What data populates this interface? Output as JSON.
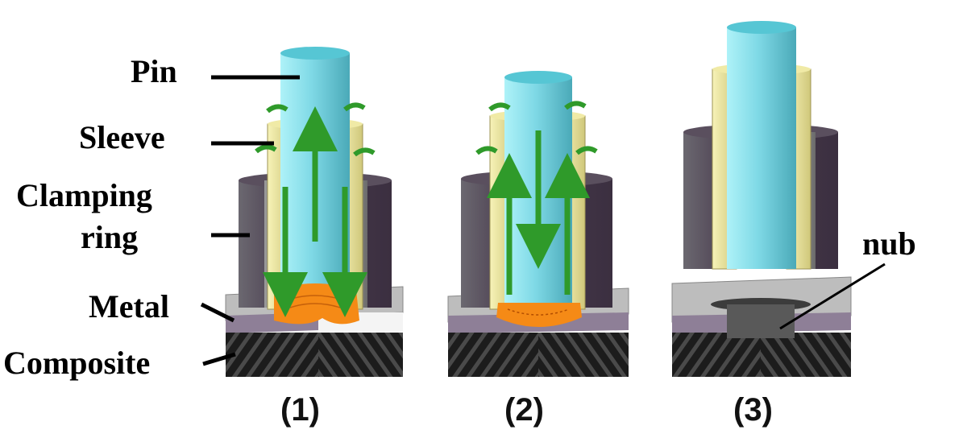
{
  "labels": {
    "pin": "Pin",
    "sleeve": "Sleeve",
    "clamping_1": "Clamping",
    "clamping_2": "ring",
    "metal": "Metal",
    "composite": "Composite",
    "nub": "nub"
  },
  "stages": [
    "(1)",
    "(2)",
    "(3)"
  ],
  "colors": {
    "pin": "#6fd3e0",
    "sleeve": "#e8e39a",
    "clamp": "#4a3b4e",
    "metal_top": "#b9b9b9",
    "metal_side": "#8e7f97",
    "composite": "#222222",
    "weld": "#f58a16",
    "arrow": "#2f9a2a"
  }
}
